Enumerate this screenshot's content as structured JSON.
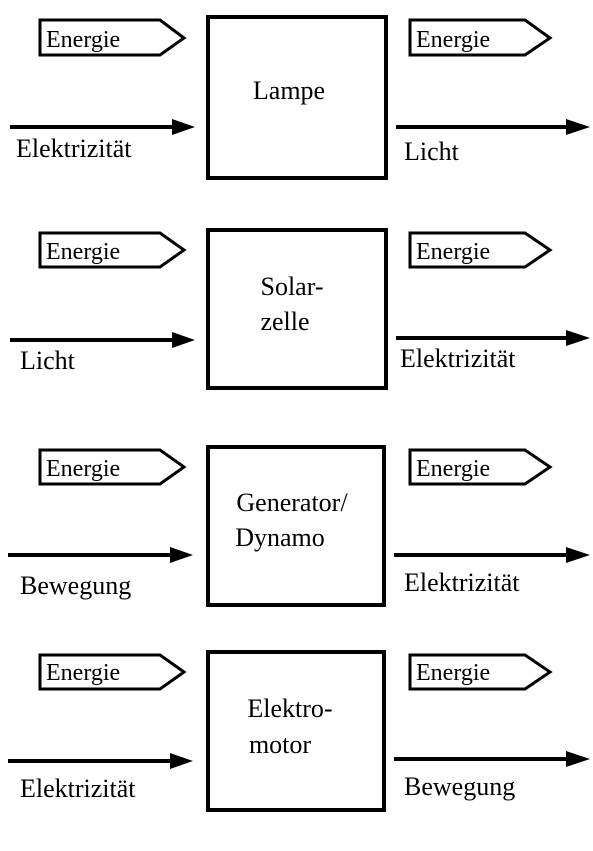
{
  "colors": {
    "stroke": "#000000",
    "background": "#ffffff"
  },
  "energy_tag": "Energie",
  "rows": [
    {
      "device_lines": [
        "Lampe"
      ],
      "input": "Elektrizität",
      "output": "Licht"
    },
    {
      "device_lines": [
        "Solar-",
        "zelle"
      ],
      "input": "Licht",
      "output": "Elektrizität"
    },
    {
      "device_lines": [
        "Generator/",
        "Dynamo"
      ],
      "input": "Bewegung",
      "output": "Elektrizität"
    },
    {
      "device_lines": [
        "Elektro-",
        "motor"
      ],
      "input": "Elektrizität",
      "output": "Bewegung"
    }
  ]
}
